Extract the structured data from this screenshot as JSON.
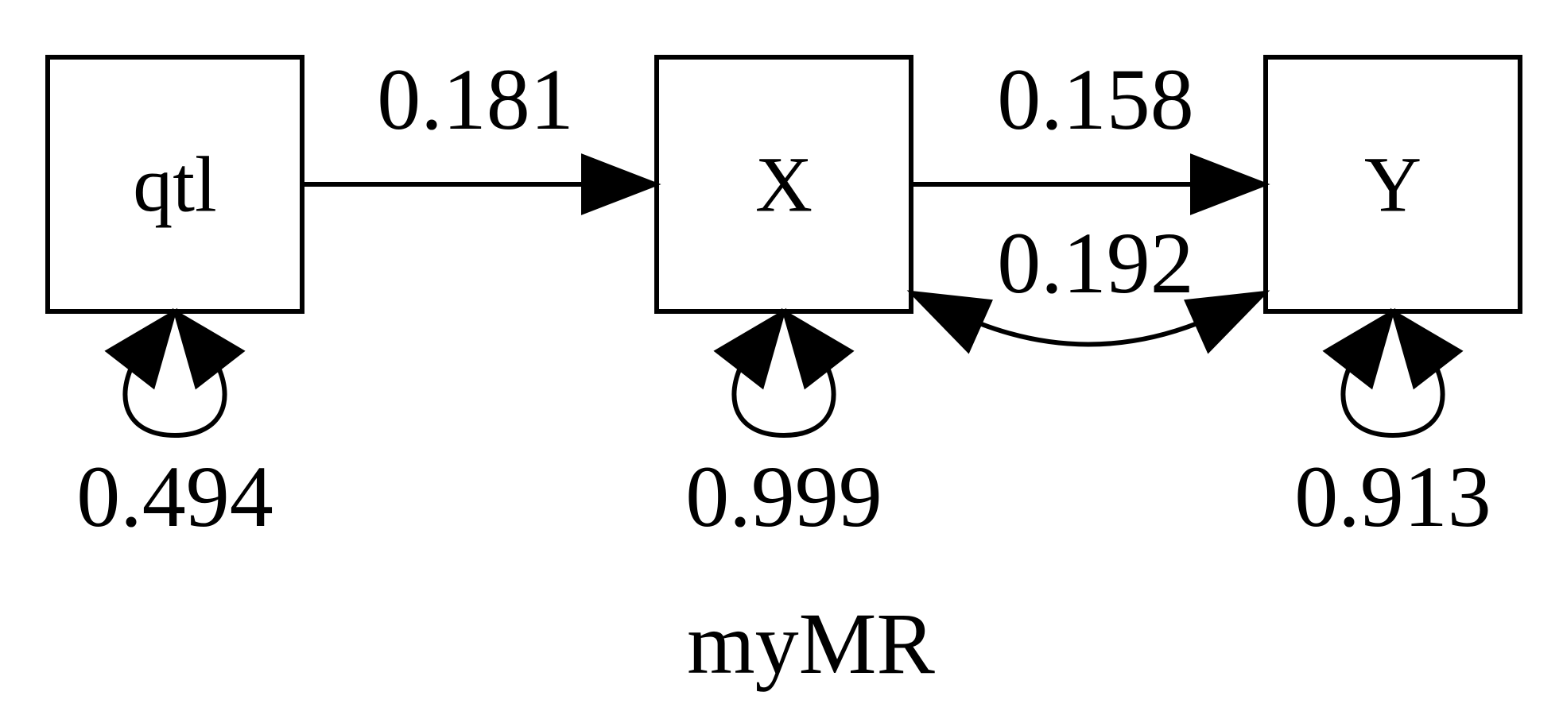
{
  "diagram": {
    "caption": "myMR",
    "colors": {
      "stroke": "#000000",
      "background": "#ffffff"
    },
    "nodes": {
      "qtl": {
        "label": "qtl",
        "variance": "0.494"
      },
      "x": {
        "label": "X",
        "variance": "0.999"
      },
      "y": {
        "label": "Y",
        "variance": "0.913"
      }
    },
    "edges": {
      "qtl_to_x": {
        "from": "qtl",
        "to": "X",
        "label": "0.181",
        "kind": "directed"
      },
      "x_to_y": {
        "from": "X",
        "to": "Y",
        "label": "0.158",
        "kind": "directed"
      },
      "x_y_cov": {
        "from": "X",
        "to": "Y",
        "label": "0.192",
        "kind": "bidirected"
      }
    }
  }
}
